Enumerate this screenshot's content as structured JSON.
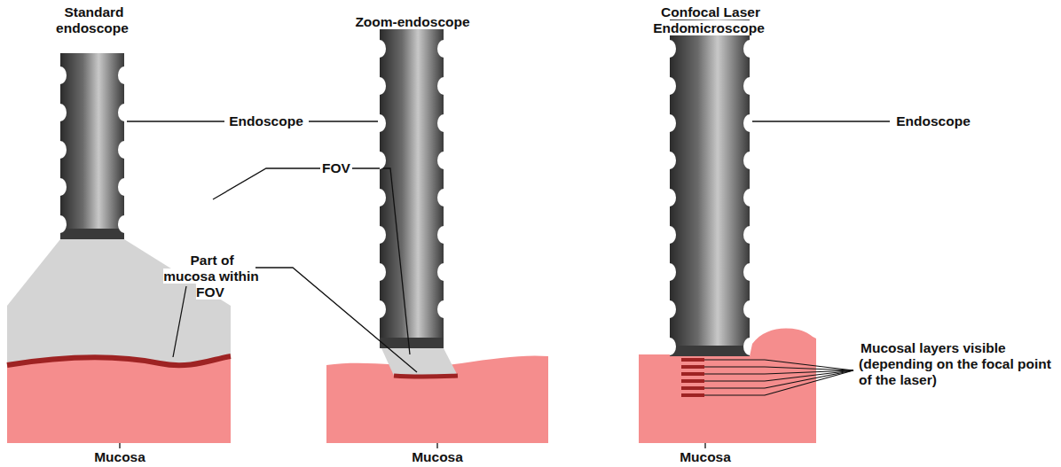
{
  "diagram": {
    "labels": [
      "Standard endoscope",
      "Zoom-endoscope",
      "Confocal Laser Endomicroscope",
      "Endoscope",
      "Endoscope",
      "FOV",
      "Part of mucosa within FOV",
      "Mucosal layers visible (depending on the focal point of the laser)",
      "Mucosa",
      "Mucosa",
      "Mucosa"
    ]
  }
}
